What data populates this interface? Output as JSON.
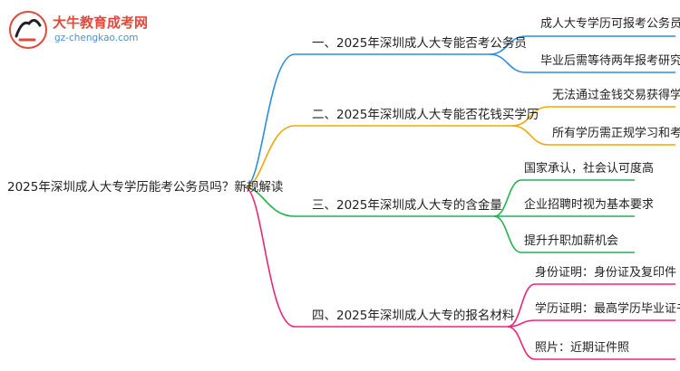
{
  "logo": {
    "title": "大牛教育成考网",
    "url": "gz-chengkao.com"
  },
  "root": "2025年深圳成人大专学历能考公务员吗？新规解读",
  "colors": {
    "branch1": "#2b8de0",
    "branch2": "#f0a800",
    "branch3": "#22b24c",
    "branch4": "#e8267a"
  },
  "branches": [
    {
      "label": "一、2025年深圳成人大专能否考公务员",
      "leaves": [
        "成人大专学历可报考公务员",
        "毕业后需等待两年报考研究生"
      ]
    },
    {
      "label": "二、2025年深圳成人大专能否花钱买学历",
      "leaves": [
        "无法通过金钱交易获得学历",
        "所有学历需正规学习和考试"
      ]
    },
    {
      "label": "三、2025年深圳成人大专的含金量",
      "leaves": [
        "国家承认，社会认可度高",
        "企业招聘时视为基本要求",
        "提升升职加薪机会"
      ]
    },
    {
      "label": "四、2025年深圳成人大专的报名材料",
      "leaves": [
        "身份证明：身份证及复印件",
        "学历证明：最高学历毕业证书",
        "照片：近期证件照"
      ]
    }
  ]
}
